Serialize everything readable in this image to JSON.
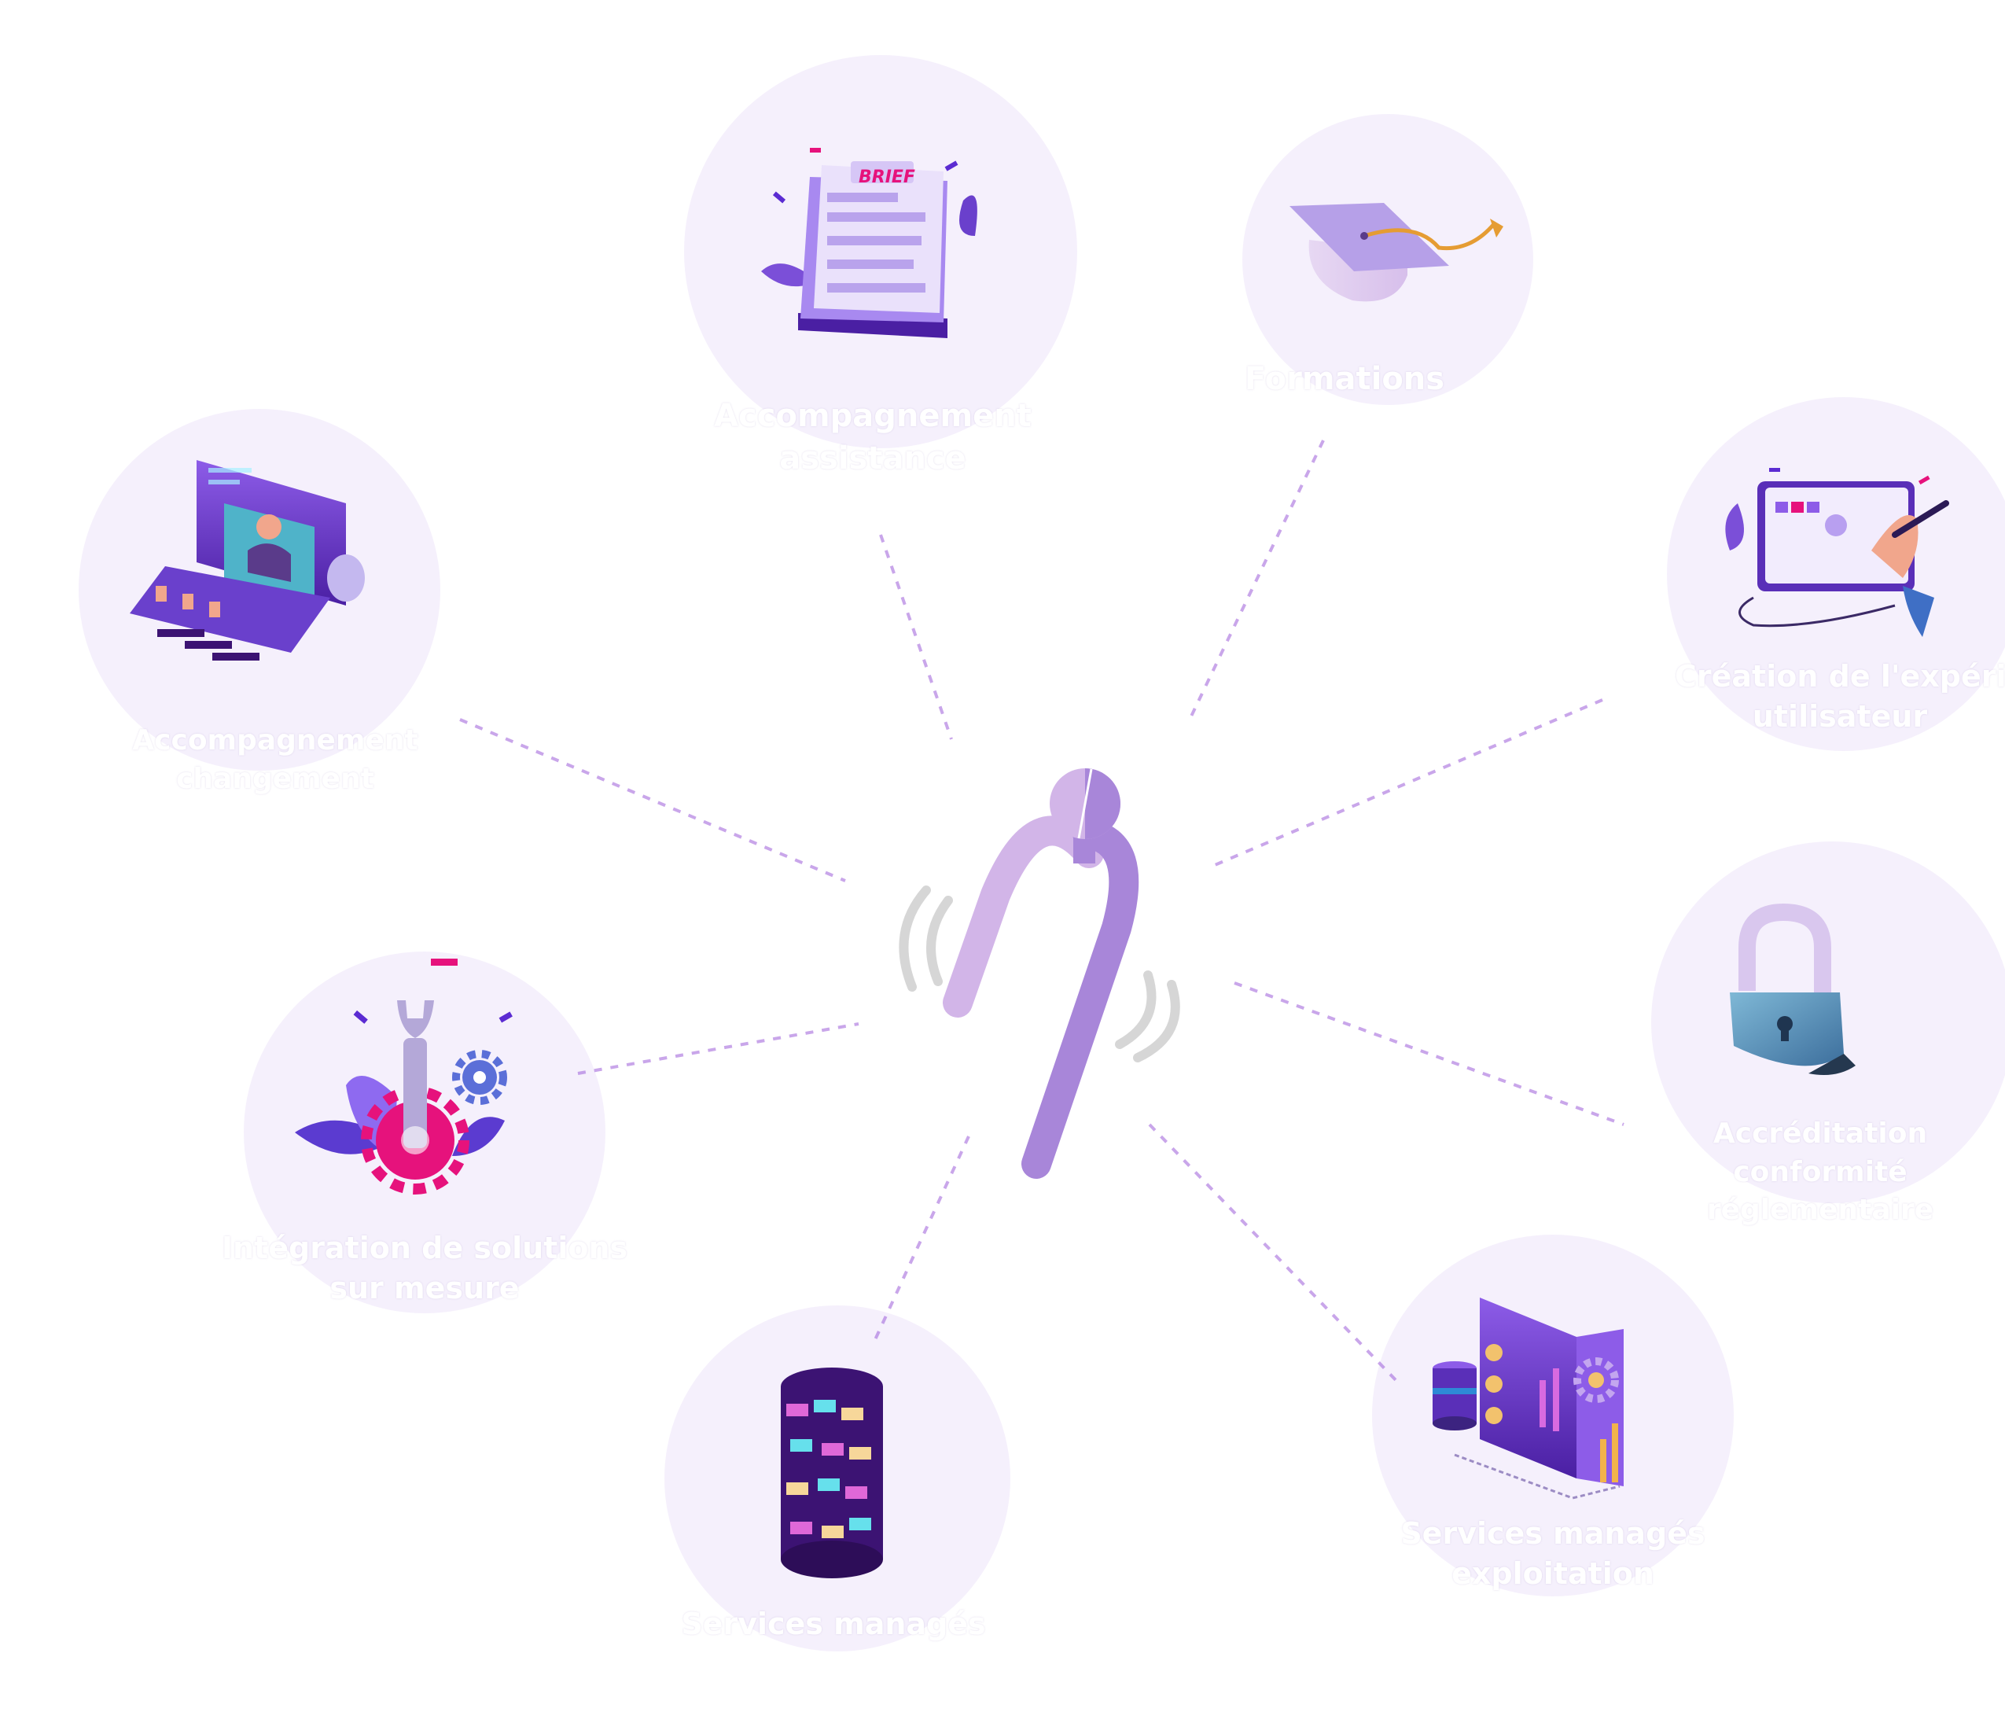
{
  "colors": {
    "connector": "#c9a6ea",
    "center_light": "#d2b5e8",
    "center_dark": "#a886d9",
    "vibration": "#d6d6d6",
    "label": "#ffffff",
    "accent_pink": "#e6127c",
    "accent_violet": "#5b2bd2"
  },
  "center": {
    "icon": "tuning-fork-icon"
  },
  "nodes": [
    {
      "icon": "brief-document-icon",
      "label_lines": [
        "Accompagnement",
        "assistance"
      ]
    },
    {
      "icon": "graduation-cap-icon",
      "label_lines": [
        "Formations"
      ]
    },
    {
      "icon": "tablet-design-icon",
      "label_lines": [
        "Création de l'expérience",
        "utilisateur"
      ]
    },
    {
      "icon": "padlock-icon",
      "label_lines": [
        "Accréditation",
        "conformité",
        "réglementaire"
      ]
    },
    {
      "icon": "server-dashboard-icon",
      "label_lines": [
        "Services managés",
        "exploitation"
      ]
    },
    {
      "icon": "server-stack-icon",
      "label_lines": [
        "Services managés"
      ]
    },
    {
      "icon": "wrench-gear-icon",
      "label_lines": [
        "Intégration de solutions",
        "sur mesure"
      ]
    },
    {
      "icon": "video-conference-icon",
      "label_lines": [
        "Accompagnement",
        "changement"
      ]
    }
  ]
}
